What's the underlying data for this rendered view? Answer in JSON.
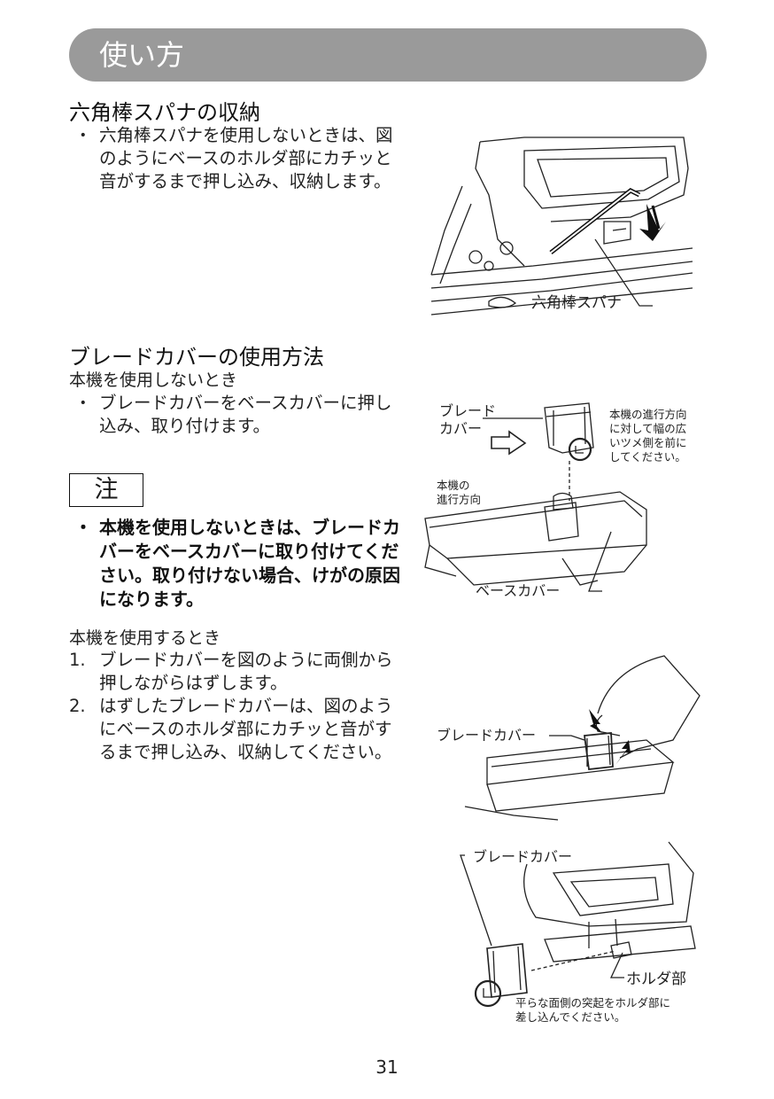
{
  "header": {
    "title": "使い方"
  },
  "section1": {
    "heading": "六角棒スパナの収納",
    "bullet_mark": "・",
    "bullet_text": "六角棒スパナを使用しないときは、図のようにベースのホルダ部にカチッと音がするまで押し込み、収納します。",
    "figure_label": "六角棒スパナ"
  },
  "section2": {
    "heading": "ブレードカバーの使用方法",
    "sub_not_in_use": "本機を使用しないとき",
    "bullet_mark": "・",
    "bullet_text": "ブレードカバーをベースカバーに押し込み、取り付けます。",
    "note_label": "注",
    "note_text": "本機を使用しないときは、ブレードカバーをベースカバーに取り付けてください。取り付けない場合、けがの原因になります。",
    "sub_in_use": "本機を使用するとき",
    "steps": [
      {
        "num": "1.",
        "text": "ブレードカバーを図のように両側から押しながらはずします。"
      },
      {
        "num": "2.",
        "text": "はずしたブレードカバーは、図のようにベースのホルダ部にカチッと音がするまで押し込み、収納してください。"
      }
    ]
  },
  "figure2": {
    "blade_cover_line1": "ブレード",
    "blade_cover_line2": "カバー",
    "direction_note": [
      "本機の進行方向",
      "に対して幅の広",
      "いツメ側を前に",
      "してください。"
    ],
    "direction_line1": "本機の",
    "direction_line2": "進行方向",
    "base_cover": "ベースカバー"
  },
  "figure3": {
    "blade_cover": "ブレードカバー"
  },
  "figure4": {
    "blade_cover": "ブレードカバー",
    "holder": "ホルダ部",
    "note": [
      "平らな面側の突起をホルダ部に",
      "差し込んでください。"
    ]
  },
  "page_number": "31"
}
